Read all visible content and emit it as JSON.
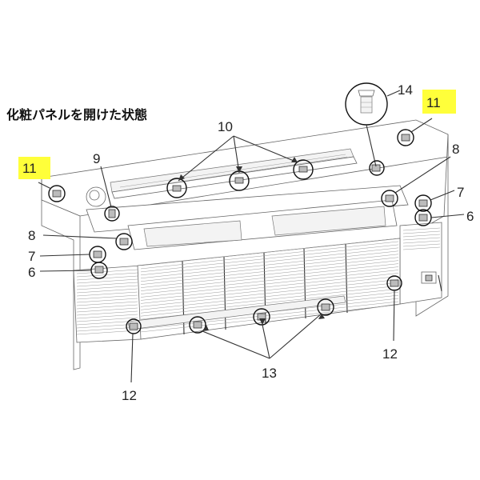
{
  "caption": "化粧パネルを開けた状態",
  "colors": {
    "highlight": "#ffff3a",
    "line": "#333333"
  },
  "callouts": [
    {
      "label": "14",
      "highlight": false
    },
    {
      "label": "11",
      "highlight": true
    },
    {
      "label": "10",
      "highlight": false
    },
    {
      "label": "9",
      "highlight": false
    },
    {
      "label": "11",
      "highlight": true
    },
    {
      "label": "8",
      "highlight": false
    },
    {
      "label": "7",
      "highlight": false
    },
    {
      "label": "6",
      "highlight": false
    },
    {
      "label": "8",
      "highlight": false
    },
    {
      "label": "7",
      "highlight": false
    },
    {
      "label": "6",
      "highlight": false
    },
    {
      "label": "12",
      "highlight": false
    },
    {
      "label": "13",
      "highlight": false
    },
    {
      "label": "12",
      "highlight": false
    }
  ]
}
